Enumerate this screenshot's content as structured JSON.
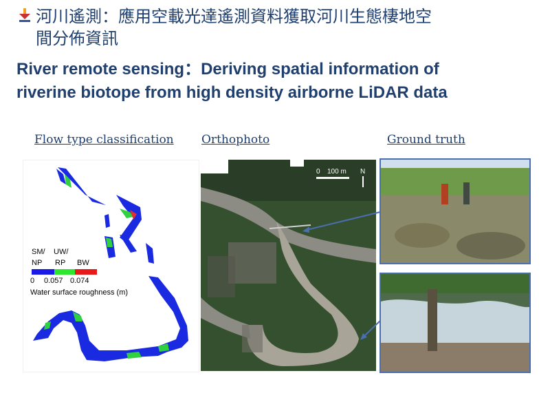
{
  "title": {
    "zh_line1": "河川遙測：應用空載光達遙測資料獲取河川生態棲地空",
    "zh_line2": "間分佈資訊",
    "en_line1": "River remote sensing：Deriving spatial information of",
    "en_line2": "riverine biotope from high density airborne LiDAR data"
  },
  "captions": {
    "flow": "Flow type classification",
    "ortho": "Orthophoto",
    "ground": "Ground truth"
  },
  "legend": {
    "cat1_line1": "SM/",
    "cat1_line2": "NP",
    "cat2_line1": "UW/",
    "cat2_line2": "RP",
    "cat3": "BW",
    "tick0": "0",
    "tick1": "0.057",
    "tick2": "0.074",
    "label": "Water surface roughness (m)",
    "colors": [
      "#1a1ae6",
      "#2ee62e",
      "#e61a1a"
    ]
  },
  "ortho": {
    "scale_zero": "0",
    "scale_len": "100 m",
    "north": "N"
  },
  "colors": {
    "title": "#1f3f6e",
    "frame": "#4a6fb0",
    "arrow": "#4a6fb0"
  }
}
